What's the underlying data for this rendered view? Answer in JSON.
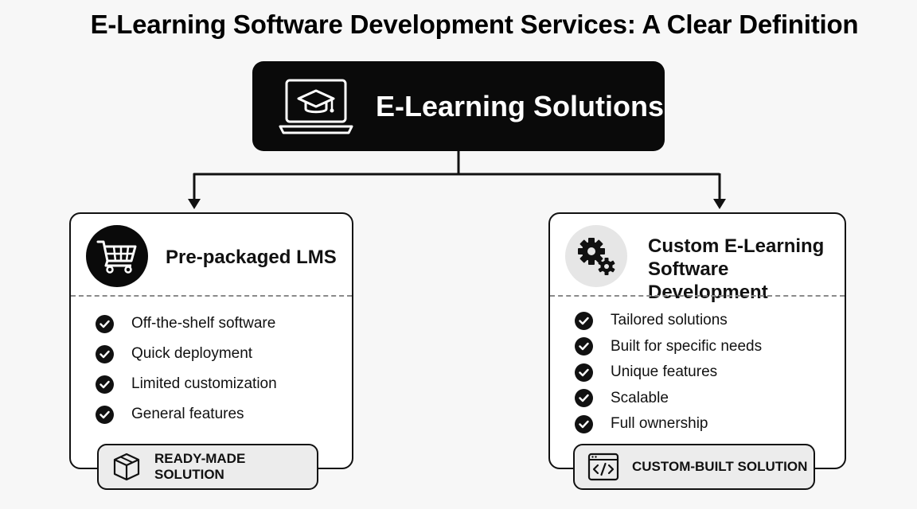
{
  "title": "E-Learning Software Development Services: A Clear Definition",
  "root": {
    "label": "E-Learning Solutions",
    "icon": "laptop-graduation-cap-icon"
  },
  "left_card": {
    "title": "Pre-packaged LMS",
    "icon": "shopping-cart-icon",
    "items": [
      "Off-the-shelf software",
      "Quick deployment",
      "Limited customization",
      "General features"
    ],
    "badge": {
      "label": "READY-MADE SOLUTION",
      "icon": "box-icon"
    }
  },
  "right_card": {
    "title_line1": "Custom E-Learning",
    "title_line2": "Software Development",
    "icon": "gears-icon",
    "items": [
      "Tailored solutions",
      "Built for specific needs",
      "Unique features",
      "Scalable",
      "Full ownership"
    ],
    "badge": {
      "label": "CUSTOM-BUILT SOLUTION",
      "icon": "code-window-icon"
    }
  },
  "colors": {
    "dark": "#0a0a0a",
    "background": "#f7f7f7",
    "badge_bg": "#ececec",
    "light_circle": "#e6e6e6"
  }
}
